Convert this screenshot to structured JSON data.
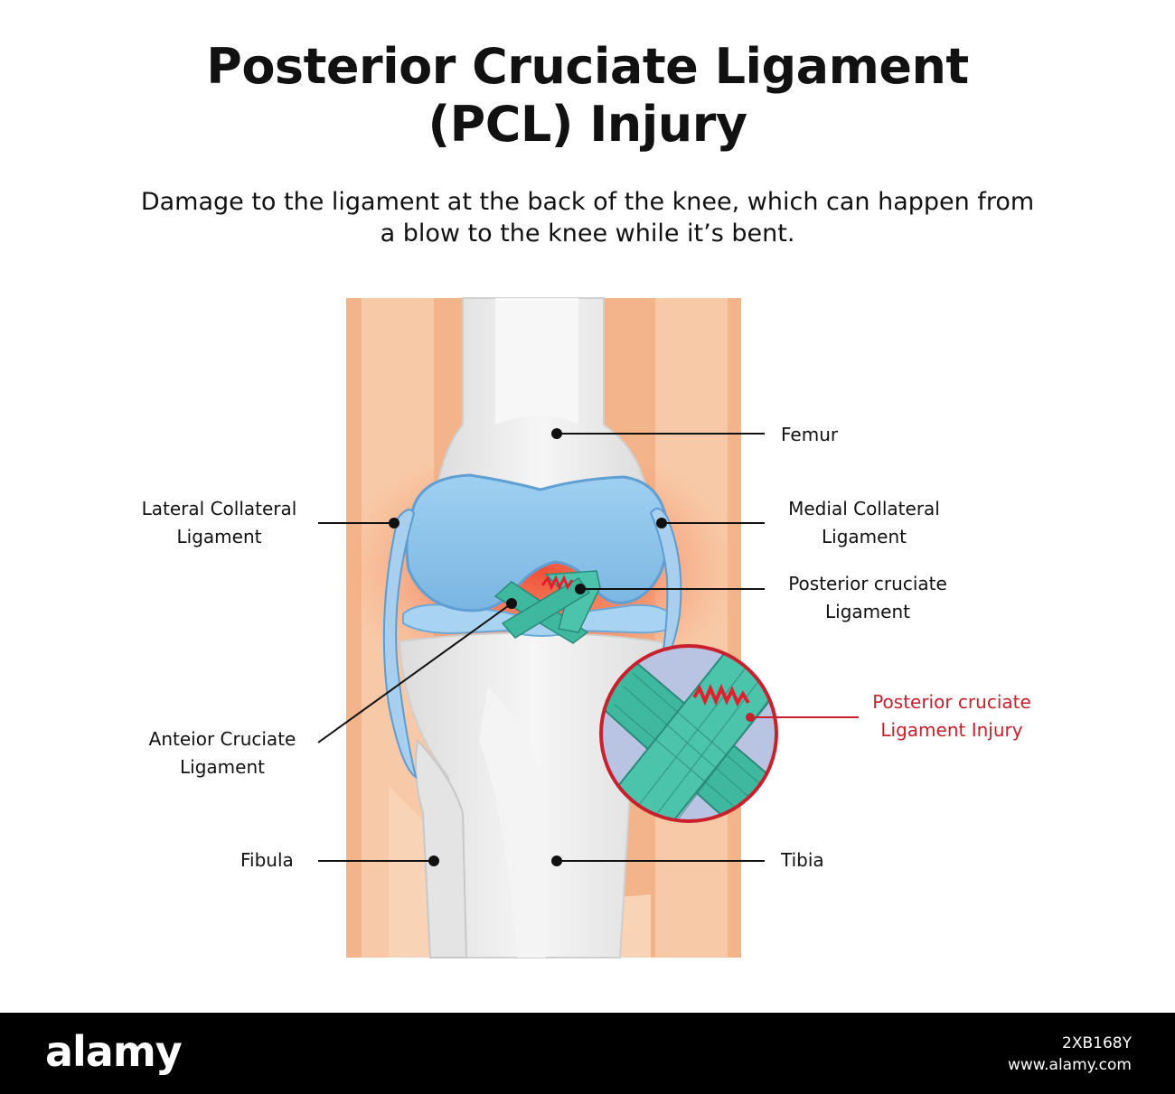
{
  "header": {
    "title_line1": "Posterior Cruciate Ligament",
    "title_line2": "(PCL) Injury",
    "subtitle_line1": "Damage to the ligament at the back of the knee, which can happen from",
    "subtitle_line2": "a blow to the knee while it’s bent."
  },
  "labels": {
    "femur": "Femur",
    "lcl_line1": "Lateral Collateral",
    "lcl_line2": "Ligament",
    "mcl_line1": "Medial Collateral",
    "mcl_line2": "Ligament",
    "pcl_line1": "Posterior cruciate",
    "pcl_line2": "Ligament",
    "injury_line1": "Posterior cruciate",
    "injury_line2": "Ligament Injury",
    "acl_line1": "Anteior Cruciate",
    "acl_line2": "Ligament",
    "fibula": "Fibula",
    "tibia": "Tibia"
  },
  "watermark": {
    "brand": "alamy",
    "image_id": "2XB168Y",
    "url": "www.alamy.com"
  },
  "colors": {
    "skin": "#f4b48a",
    "inflammation": "#ef5a3c",
    "bone": "#ededed",
    "cartilage": "#8ec5ea",
    "ligament": "#3fb8a0",
    "injury": "#e0202c",
    "footer": "#000000"
  }
}
